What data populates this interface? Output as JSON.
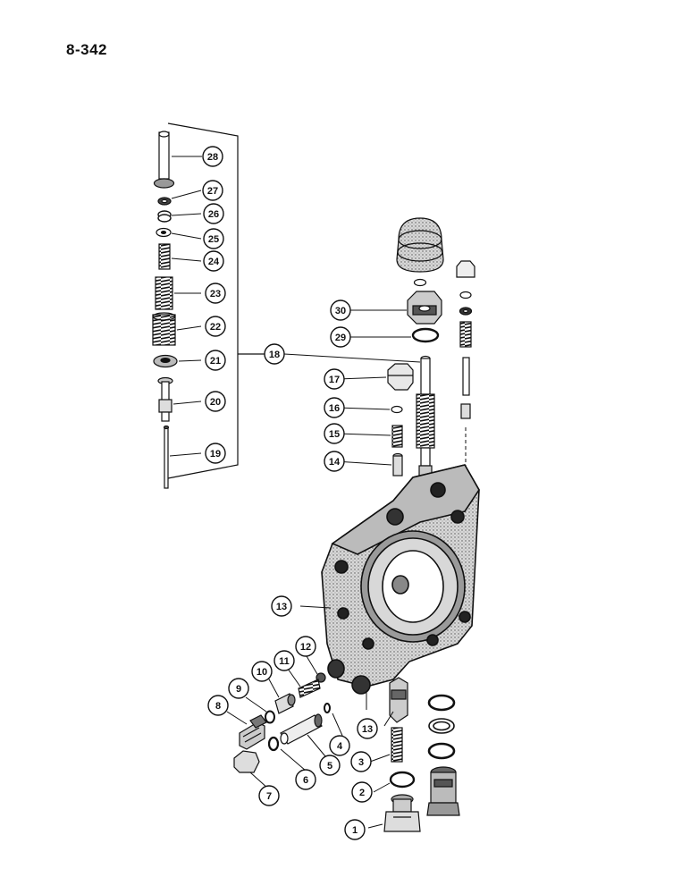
{
  "page_number": "8-342",
  "callouts": [
    "1",
    "2",
    "3",
    "4",
    "5",
    "6",
    "7",
    "8",
    "9",
    "10",
    "11",
    "12",
    "13",
    "13",
    "14",
    "15",
    "16",
    "17",
    "18",
    "19",
    "20",
    "21",
    "22",
    "23",
    "24",
    "25",
    "26",
    "27",
    "28",
    "29",
    "30"
  ],
  "colors": {
    "ink": "#111111",
    "paper": "#ffffff",
    "shade": "#6a6a6a"
  }
}
